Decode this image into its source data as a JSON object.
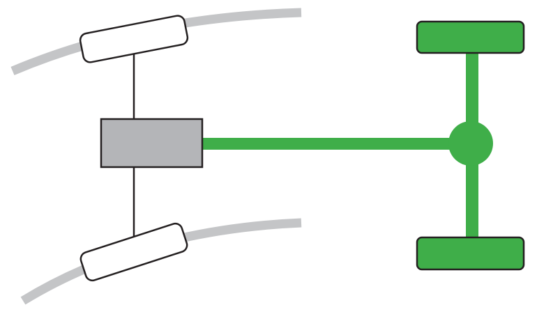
{
  "diagram": {
    "kind": "rear-wheel-drive drivetrain schematic",
    "colors": {
      "background": "#ffffff",
      "road_arc": "#c4c5c7",
      "outline": "#231f20",
      "front_wheel_fill": "#ffffff",
      "engine_fill": "#b4b5b8",
      "driven_fill": "#3fae49"
    },
    "components": {
      "front_wheels": {
        "count": 2,
        "driven": false,
        "steered": true
      },
      "engine": {
        "count": 1
      },
      "drive_shaft": {
        "count": 1,
        "driven": true
      },
      "differential": {
        "count": 1,
        "driven": true
      },
      "rear_wheels": {
        "count": 2,
        "driven": true
      }
    }
  }
}
